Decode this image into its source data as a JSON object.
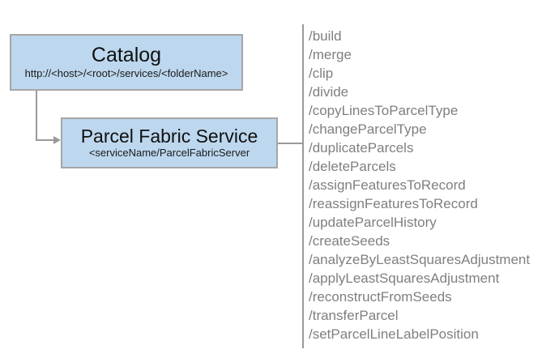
{
  "diagram": {
    "nodes": [
      {
        "title": "Catalog",
        "subtitle": "http://<host>/<root>/services/<folderName>"
      },
      {
        "title": "Parcel Fabric Service",
        "subtitle": "<serviceName/ParcelFabricServer"
      }
    ],
    "operations": [
      "/build",
      "/merge",
      "/clip",
      "/divide",
      "/copyLinesToParcelType",
      "/changeParcelType",
      "/duplicateParcels",
      "/deleteParcels",
      "/assignFeaturesToRecord",
      "/reassignFeaturesToRecord",
      "/updateParcelHistory",
      "/createSeeds",
      "/analyzeByLeastSquaresAdjustment",
      "/applyLeastSquaresAdjustment",
      "/reconstructFromSeeds",
      "/transferParcel",
      "/setParcelLineLabelPosition"
    ],
    "colors": {
      "node_fill": "#bdd7ee",
      "node_border": "#a6a6a6",
      "connector": "#9a9a9a",
      "operation_text": "#7f7f7f",
      "background": "#ffffff"
    }
  }
}
